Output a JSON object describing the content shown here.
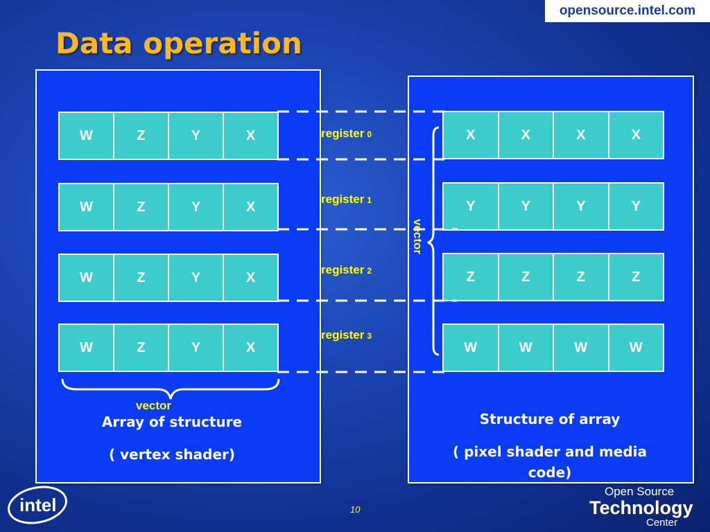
{
  "header": {
    "site": "opensource.intel.com",
    "title": "Data operation"
  },
  "left_panel": {
    "rows": [
      [
        "W",
        "Z",
        "Y",
        "X"
      ],
      [
        "W",
        "Z",
        "Y",
        "X"
      ],
      [
        "W",
        "Z",
        "Y",
        "X"
      ],
      [
        "W",
        "Z",
        "Y",
        "X"
      ]
    ],
    "vector_label": "vector",
    "caption_line1": "Array of structure",
    "caption_line2": "( vertex shader)"
  },
  "registers": [
    {
      "label": "register",
      "index": "0"
    },
    {
      "label": "register",
      "index": "1"
    },
    {
      "label": "register",
      "index": "2"
    },
    {
      "label": "register",
      "index": "3"
    }
  ],
  "right_panel": {
    "rows": [
      [
        "X",
        "X",
        "X",
        "X"
      ],
      [
        "Y",
        "Y",
        "Y",
        "Y"
      ],
      [
        "Z",
        "Z",
        "Z",
        "Z"
      ],
      [
        "W",
        "W",
        "W",
        "W"
      ]
    ],
    "vector_label": "vector",
    "caption_line1": "Structure of array",
    "caption_line2": "( pixel shader and media code)"
  },
  "footer": {
    "page_number": "10",
    "intel_logo_text": "intel",
    "ostc_line1": "Open Source",
    "ostc_line2": "Technology",
    "ostc_line3": "Center"
  },
  "colors": {
    "background": "#1c46b5",
    "panel": "#0a3cf5",
    "cell": "#3ccccc",
    "title": "#ffb81c",
    "accent_text": "#ffff00"
  }
}
